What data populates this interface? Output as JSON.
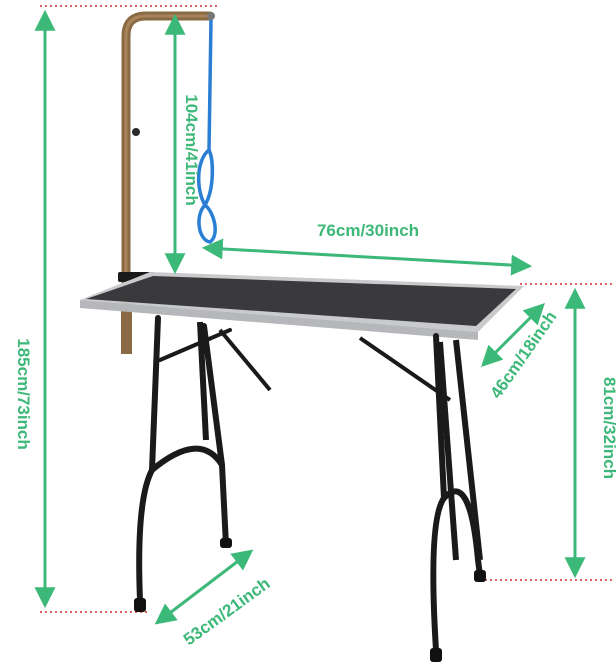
{
  "image": {
    "subject": "dog-grooming-table",
    "accent_color": "#3cb878",
    "guide_color": "#d62f2f",
    "tabletop_color": "#3a3a3c",
    "frame_color": "#1a1a1a",
    "arm_color": "#8a6a45",
    "leash_color": "#2a7fd4"
  },
  "dimensions": {
    "total_height": "185cm/73inch",
    "arm_height": "104cm/41inch",
    "table_length": "76cm/30inch",
    "table_width": "46cm/18inch",
    "table_height": "81cm/32inch",
    "leg_span": "53cm/21inch"
  }
}
